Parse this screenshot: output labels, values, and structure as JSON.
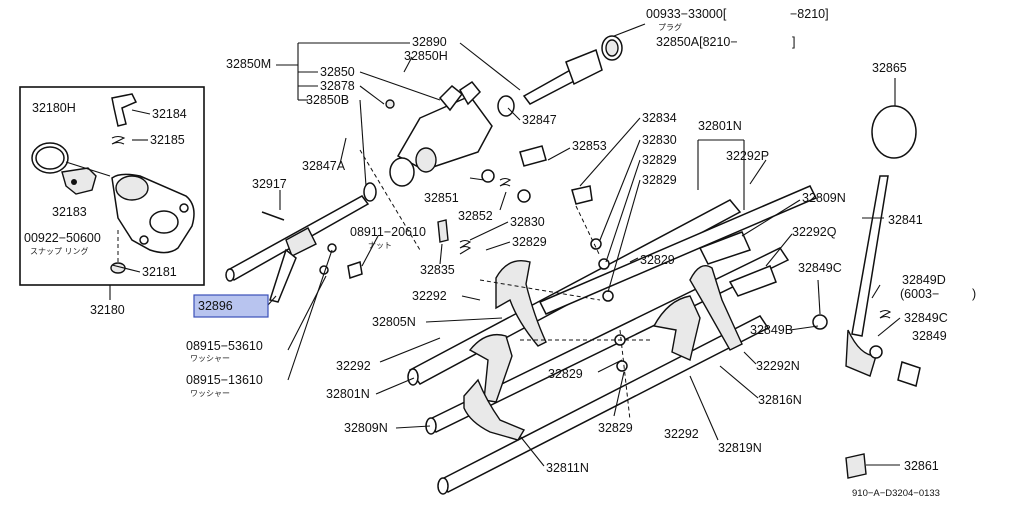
{
  "labels": {
    "p_00933": "00933−33000[",
    "p_00933_range": "−8210]",
    "p_00933_sub": "プラグ",
    "p_32850A": "32850A[8210−",
    "p_32850A_close": "]",
    "p_32890": "32890",
    "p_32850H": "32850H",
    "p_32850M": "32850M",
    "p_32850": "32850",
    "p_32878": "32878",
    "p_32850B": "32850B",
    "p_32865": "32865",
    "p_32180H": "32180H",
    "p_32184": "32184",
    "p_32185": "32185",
    "p_32183": "32183",
    "p_00922": "00922−50600",
    "p_00922_sub": "スナップ リング",
    "p_32181": "32181",
    "p_32180": "32180",
    "p_32847": "32847",
    "p_32847A": "32847A",
    "p_32834": "32834",
    "p_32830a": "32830",
    "p_32829a": "32829",
    "p_32829b": "32829",
    "p_32801N_top": "32801N",
    "p_32292P": "32292P",
    "p_32853": "32853",
    "p_32917": "32917",
    "p_32851": "32851",
    "p_32852": "32852",
    "p_32830b": "32830",
    "p_08911": "08911−20610",
    "p_08911_sub": "ナット",
    "p_32829c": "32829",
    "p_32809N_right": "32809N",
    "p_32292Q": "32292Q",
    "p_32841": "32841",
    "p_32835": "32835",
    "p_32829d": "32829",
    "p_32849C_a": "32849C",
    "p_32849D": "32849D",
    "p_32849D_range": "(6003−",
    "p_32849D_close": ")",
    "p_32896": "32896",
    "p_32292_a": "32292",
    "p_32805N": "32805N",
    "p_32849B": "32849B",
    "p_32849C_b": "32849C",
    "p_32849": "32849",
    "p_08915_53610": "08915−53610",
    "p_08915_53610_sub": "ワッシャー",
    "p_32292_b": "32292",
    "p_32292N": "32292N",
    "p_08915_13610": "08915−13610",
    "p_08915_13610_sub": "ワッシャー",
    "p_32829e": "32829",
    "p_32801N_bottom": "32801N",
    "p_32816N": "32816N",
    "p_32809N_bottom": "32809N",
    "p_32829f": "32829",
    "p_32292_c": "32292",
    "p_32819N": "32819N",
    "p_32861": "32861",
    "p_32811N": "32811N",
    "p_diagram_code": "910−A−D3204−0133"
  },
  "colors": {
    "highlight_fill": "#b8c4ef",
    "highlight_stroke": "#3b4fb8",
    "ink": "#111111"
  }
}
